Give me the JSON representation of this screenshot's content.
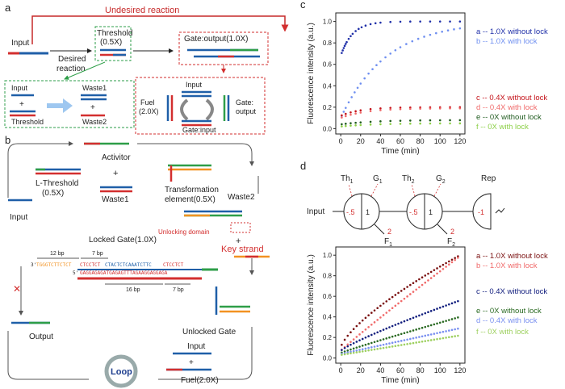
{
  "panel_labels": {
    "a": "a",
    "b": "b",
    "c": "c",
    "d": "d"
  },
  "panel_a": {
    "undesired_reaction": "Undesired reaction",
    "input": "Input",
    "desired_reaction_line1": "Desired",
    "desired_reaction_line2": "reaction",
    "threshold": "Threshold",
    "threshold_conc": "(0.5X)",
    "gate_output": "Gate:output(1.0X)",
    "sub_input": "Input",
    "plus": "+",
    "sub_threshold": "Threshold",
    "waste1": "Waste1",
    "waste2": "Waste2",
    "cycle_input": "Input",
    "fuel": "Fuel",
    "fuel_conc": "(2.0X)",
    "gate_label1": "Gate:",
    "gate_label2": "output",
    "gate_input": "Gate:input",
    "colors": {
      "red": "#d32f2f",
      "green": "#2e9e48",
      "blue": "#1f5fa8",
      "orange": "#f29222"
    }
  },
  "panel_b": {
    "activitor": "Activitor",
    "plus1": "+",
    "waste1": "Waste1",
    "l_threshold": "L-Threshold",
    "l_threshold_conc": "(0.5X)",
    "transformation_element": "Transformation",
    "transformation_element2": "element(0.5X)",
    "waste2": "Waste2",
    "input": "Input",
    "unlocking_domain": "Unlocking domain",
    "plus2": "+",
    "key_strand": "Key strand",
    "locked_gate": "Locked Gate(1.0X)",
    "bp12": "12 bp",
    "bp7a": "7 bp",
    "bp16": "16 bp",
    "bp7b": "7 bp",
    "seq_top_orange": "TGGGTCTTCTCT",
    "seq_top_red": "CTCCTCT",
    "seq_top_blue": "CTACTCTCAAATCTTC",
    "seq_top_red2": "CTCCTCT",
    "seq_bot": "GAGGAGAGATGAGAGTTTAGAAGGAGGAGA",
    "prime3": "3'",
    "prime5": "5'",
    "output": "Output",
    "unlocked_gate": "Unlocked Gate",
    "loop": "Loop",
    "input2": "Input",
    "plus3": "+",
    "fuel": "Fuel(2.0X)"
  },
  "chart_data": [
    {
      "type": "scatter",
      "panel": "c",
      "xlabel": "Time (min)",
      "ylabel": "Fluorescence intensity (a.u.)",
      "xlim": [
        -5,
        125
      ],
      "ylim": [
        -0.05,
        1.08
      ],
      "xticks": [
        0,
        20,
        40,
        60,
        80,
        100,
        120
      ],
      "yticks": [
        0.0,
        0.2,
        0.4,
        0.6,
        0.8,
        1.0
      ],
      "xtick_labels": [
        "0",
        "20",
        "40",
        "60",
        "80",
        "100",
        "120"
      ],
      "ytick_labels": [
        "0.0",
        "0.2",
        "0.4",
        "0.6",
        "0.8",
        "1.0"
      ],
      "legend_placement": "right",
      "series": [
        {
          "name": "a -- 1.0X without  lock",
          "color": "#1f2fa8",
          "y0": 0.68,
          "ymax": 1.0,
          "k": 0.085,
          "x": [
            1,
            2,
            3,
            4,
            5,
            6,
            8,
            10,
            12,
            15,
            18,
            21,
            25,
            30,
            35,
            40,
            50,
            60,
            70,
            80,
            90,
            100,
            110,
            120
          ]
        },
        {
          "name": "b -- 1.0X with lock",
          "color": "#6f8ff0",
          "y0": 0.1,
          "ymax": 1.0,
          "k": 0.022,
          "x": [
            1,
            3,
            5,
            8,
            11,
            14,
            17,
            20,
            24,
            28,
            32,
            36,
            40,
            45,
            50,
            55,
            60,
            66,
            72,
            78,
            84,
            90,
            96,
            102,
            108,
            114,
            120
          ]
        },
        {
          "name": "c -- 0.4X without lock",
          "color": "#c4141b",
          "y0": 0.12,
          "ymax": 0.2,
          "k": 0.05,
          "x": [
            1,
            5,
            10,
            15,
            20,
            30,
            40,
            50,
            60,
            70,
            80,
            90,
            100,
            110,
            120
          ]
        },
        {
          "name": "d -- 0.4X with lock",
          "color": "#f06a6a",
          "y0": 0.1,
          "ymax": 0.19,
          "k": 0.04,
          "x": [
            1,
            5,
            10,
            15,
            20,
            30,
            40,
            50,
            60,
            70,
            80,
            90,
            100,
            110,
            120
          ]
        },
        {
          "name": "e -- 0X without lock",
          "color": "#1f5b1f",
          "y0": 0.04,
          "ymax": 0.08,
          "k": 0.03,
          "x": [
            1,
            5,
            10,
            15,
            20,
            30,
            40,
            50,
            60,
            70,
            80,
            90,
            100,
            110,
            120
          ]
        },
        {
          "name": "f -- 0X with lock",
          "color": "#8ed04a",
          "y0": 0.02,
          "ymax": 0.05,
          "k": 0.03,
          "x": [
            1,
            5,
            10,
            15,
            20,
            30,
            40,
            50,
            60,
            70,
            80,
            90,
            100,
            110,
            120
          ]
        }
      ]
    },
    {
      "type": "scatter",
      "panel": "d",
      "xlabel": "Time (min)",
      "ylabel": "Fluorescence intensity (a.u.)",
      "xlim": [
        -5,
        125
      ],
      "ylim": [
        -0.05,
        1.08
      ],
      "xticks": [
        0,
        20,
        40,
        60,
        80,
        100,
        120
      ],
      "yticks": [
        0.0,
        0.2,
        0.4,
        0.6,
        0.8,
        1.0
      ],
      "xtick_labels": [
        "0",
        "20",
        "40",
        "60",
        "80",
        "100",
        "120"
      ],
      "ytick_labels": [
        "0.0",
        "0.2",
        "0.4",
        "0.6",
        "0.8",
        "1.0"
      ],
      "legend_placement": "right",
      "series": [
        {
          "name": "a -- 1.0X without lock",
          "color": "#7a1010",
          "y0": 0.1,
          "ymax": 1.0,
          "p": 0.72
        },
        {
          "name": "b -- 1.0X with lock",
          "color": "#f06a6a",
          "y0": 0.07,
          "ymax": 0.99,
          "p": 0.95
        },
        {
          "name": "c -- 0.4X without lock",
          "color": "#14207f",
          "y0": 0.07,
          "ymax": 0.56,
          "p": 0.85
        },
        {
          "name": "e -- 0X without lock",
          "color": "#2a6a22",
          "y0": 0.05,
          "ymax": 0.4,
          "p": 0.95
        },
        {
          "name": "d -- 0.4X with lock",
          "color": "#7a90f0",
          "y0": 0.04,
          "ymax": 0.29,
          "p": 1.0
        },
        {
          "name": "f -- 0X with lock",
          "color": "#9ed060",
          "y0": 0.03,
          "ymax": 0.22,
          "p": 1.0
        }
      ]
    }
  ],
  "circuit": {
    "input": "Input",
    "th1": "Th",
    "th1_sub": "1",
    "g1": "G",
    "g1_sub": "1",
    "th2": "Th",
    "th2_sub": "2",
    "g2": "G",
    "g2_sub": "2",
    "rep": "Rep",
    "c1_left": "-.5",
    "c1_right": "1",
    "c2_left": "-.5",
    "c2_right": "1",
    "rep_val": "-1",
    "w1": "2",
    "w2": "2",
    "f1": "F",
    "f1_sub": "1",
    "f2": "F",
    "f2_sub": "2"
  }
}
